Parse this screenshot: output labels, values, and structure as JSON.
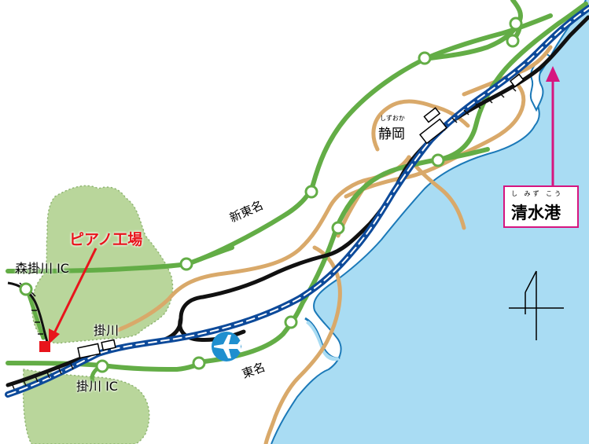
{
  "labels": {
    "shizuoka": "静岡",
    "shizuoka_ruby": "しずおか",
    "shin_tomei": "新東名",
    "tomei": "東名",
    "mori_kakegawa_ic": "森掛川 IC",
    "kakegawa": "掛川",
    "kakegawa_ic": "掛川 IC",
    "piano_factory": "ピアノ工場",
    "shimizu_port": "清水港",
    "shimizu_port_ruby": "し みず こう"
  },
  "colors": {
    "sea": "#a9dcf3",
    "coast_line": "#1b79b8",
    "shin_tomei": "#63ad46",
    "tomei": "#63ad46",
    "local_road": "#d9a96a",
    "shinkansen": "#0d4a9a",
    "jr_line": "#111111",
    "hills": "#b9d69b",
    "factory": "#e8141c",
    "factory_arrow": "#e8141c",
    "port_arrow": "#d6157f",
    "airport": "#1f8fcf"
  },
  "icons": {
    "airport": "airplane-icon",
    "factory": "factory-marker-icon",
    "north": "north-arrow-icon"
  }
}
